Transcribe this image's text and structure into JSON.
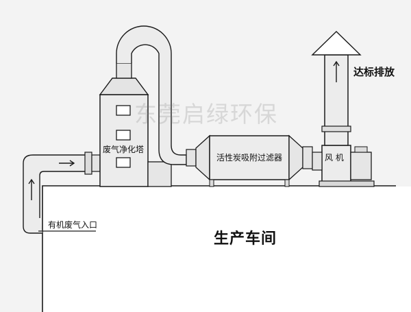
{
  "labels": {
    "inlet": "有机废气入口",
    "spray_tower": "废气净化塔",
    "carbon_filter": "活性炭吸附过滤器",
    "fan": "风 机",
    "outlet": "达标排放",
    "workshop": "生产车间"
  },
  "watermark": "东莞启绿环保",
  "colors": {
    "line": "#1a1a1a",
    "equipment_fill": "#ececec",
    "background": "#f3f3f3",
    "workshop_fill": "#ffffff"
  },
  "flow_arrows": [
    "arrow-up-inlet",
    "arrow-right-duct",
    "arrow-up-stack"
  ]
}
